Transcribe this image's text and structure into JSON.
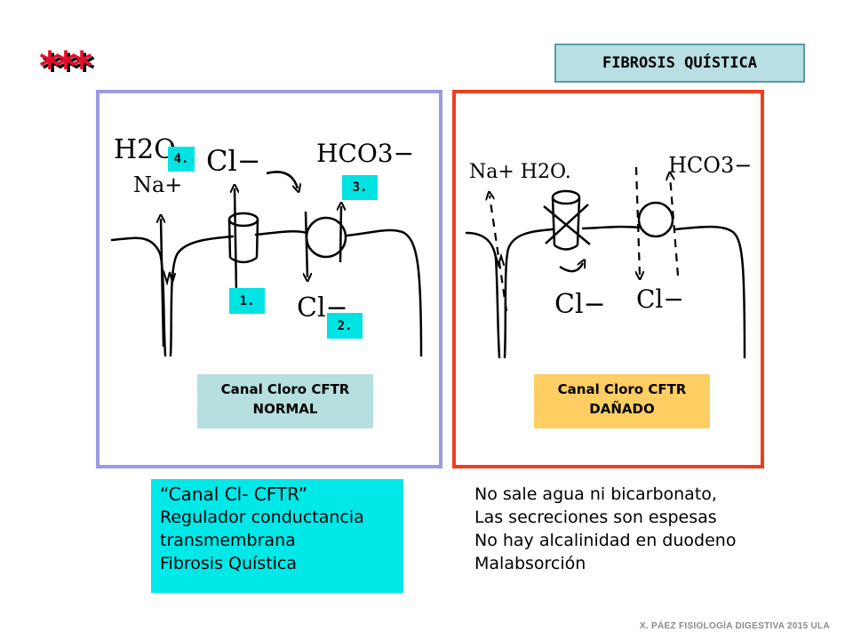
{
  "decoration": {
    "stars": "***"
  },
  "title": "FIBROSIS QUÍSTICA",
  "normal_panel": {
    "chem_labels": {
      "water": "H2O",
      "sodium": "Na+",
      "chloride_top": "Cl−",
      "bicarbonate": "HCO3−",
      "chloride_bottom": "Cl−"
    },
    "step_labels": [
      "1.",
      "2.",
      "3.",
      "4."
    ],
    "caption_line1": "Canal Cloro CFTR",
    "caption_line2": "NORMAL"
  },
  "damaged_panel": {
    "chem_labels": {
      "sodium_water": "Na+ H2O.",
      "bicarbonate": "HCO3−",
      "chloride_left": "Cl−",
      "chloride_right": "Cl−"
    },
    "caption_line1": "Canal Cloro CFTR",
    "caption_line2": "DAÑADO"
  },
  "cftr_info": [
    "“Canal Cl- CFTR”",
    "Regulador conductancia",
    "transmembrana",
    "Fibrosis Quística"
  ],
  "effects": [
    "No sale agua ni bicarbonato,",
    "Las secreciones son espesas",
    "No hay alcalinidad en duodeno",
    "Malabsorción"
  ],
  "footer": "X. PÁEZ   FISIOLOGÍA DIGESTIVA 2015  ULA",
  "colors": {
    "normal_border": "#9b9be2",
    "damaged_border": "#ee3e1d",
    "step_label_bg": "#00e3e3",
    "normal_caption_bg": "#b6dfe0",
    "damaged_caption_bg": "#ffce63",
    "title_bg": "#b8dfe4",
    "info_bg": "#00e8e8"
  }
}
